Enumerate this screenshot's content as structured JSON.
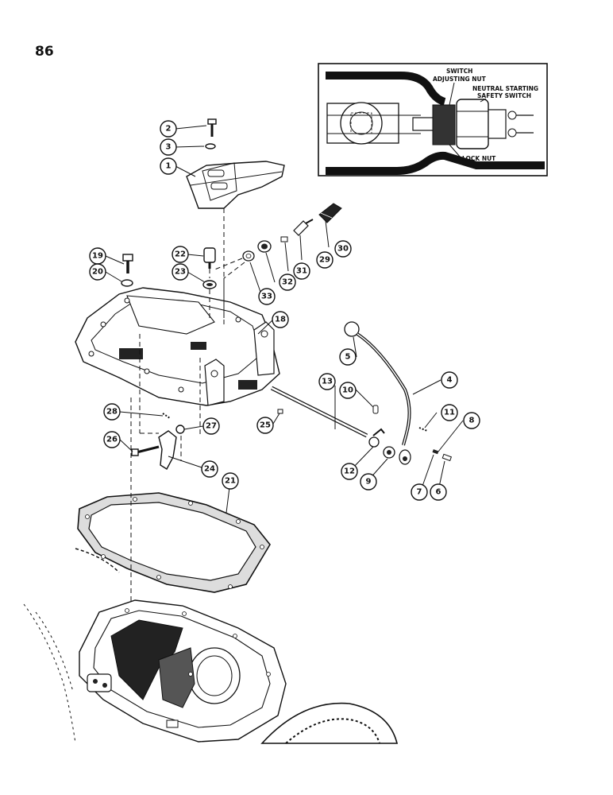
{
  "page": {
    "number": "86"
  },
  "inset": {
    "labels": [
      "SWITCH",
      "ADJUSTING NUT",
      "NEUTRAL STARTING",
      "SAFETY SWITCH",
      "LOCK NUT"
    ]
  },
  "callouts": [
    "1",
    "2",
    "3",
    "4",
    "5",
    "6",
    "7",
    "8",
    "9",
    "10",
    "11",
    "12",
    "13",
    "18",
    "19",
    "20",
    "21",
    "22",
    "23",
    "24",
    "25",
    "26",
    "27",
    "28",
    "29",
    "30",
    "31",
    "32",
    "33"
  ]
}
